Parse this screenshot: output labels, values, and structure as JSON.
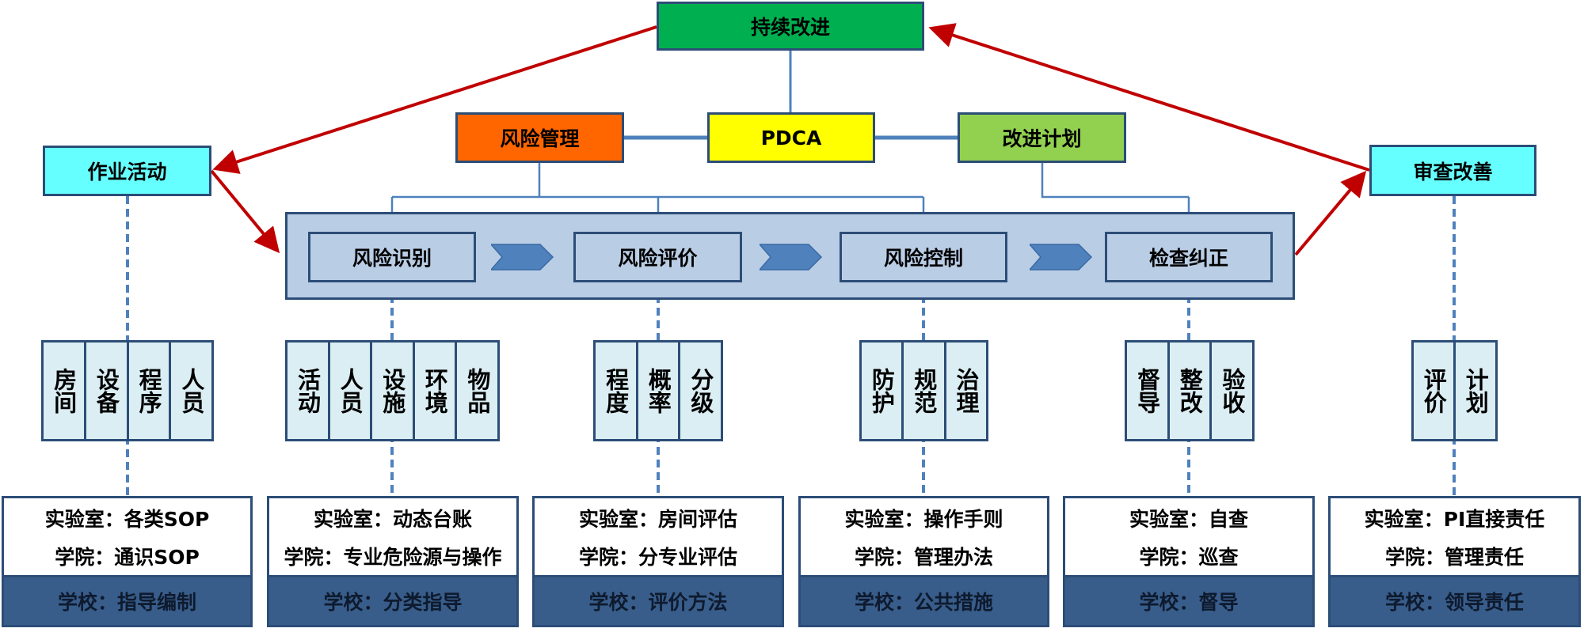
{
  "top": {
    "continuous_improvement": "持续改进",
    "risk_management": "风险管理",
    "pdca": "PDCA",
    "improvement_plan": "改进计划",
    "operations": "作业活动",
    "review_improve": "审查改善"
  },
  "colors": {
    "continuous_improvement": "#00b050",
    "risk_management": "#ff6600",
    "pdca": "#ffff00",
    "improvement_plan": "#92d050",
    "side_boxes": "#66ffff",
    "arrow_red": "#c00000",
    "connector_blue": "#4f81bd",
    "band_fill": "#b9cde5",
    "cell_fill": "#dbeef4",
    "school_band": "#385d8a",
    "border": "#2c4d77"
  },
  "steps": [
    {
      "label": "风险识别"
    },
    {
      "label": "风险评价"
    },
    {
      "label": "风险控制"
    },
    {
      "label": "检查纠正"
    }
  ],
  "grids": [
    {
      "cells": [
        "房间",
        "设备",
        "程序",
        "人员"
      ]
    },
    {
      "cells": [
        "活动",
        "人员",
        "设施",
        "环境",
        "物品"
      ]
    },
    {
      "cells": [
        "程度",
        "概率",
        "分级"
      ]
    },
    {
      "cells": [
        "防护",
        "规范",
        "治理"
      ]
    },
    {
      "cells": [
        "督导",
        "整改",
        "验收"
      ]
    },
    {
      "cells": [
        "评价",
        "计划"
      ]
    }
  ],
  "responsibilities": [
    {
      "lab": "实验室：各类SOP",
      "college": "学院：通识SOP",
      "school": "学校：指导编制"
    },
    {
      "lab": "实验室：动态台账",
      "college": "学院：专业危险源与操作",
      "school": "学校：分类指导"
    },
    {
      "lab": "实验室：房间评估",
      "college": "学院：分专业评估",
      "school": "学校：评价方法"
    },
    {
      "lab": "实验室：操作手则",
      "college": "学院：管理办法",
      "school": "学校：公共措施"
    },
    {
      "lab": "实验室：自查",
      "college": "学院：巡查",
      "school": "学校：督导"
    },
    {
      "lab": "实验室：PI直接责任",
      "college": "学院：管理责任",
      "school": "学校：领导责任"
    }
  ]
}
